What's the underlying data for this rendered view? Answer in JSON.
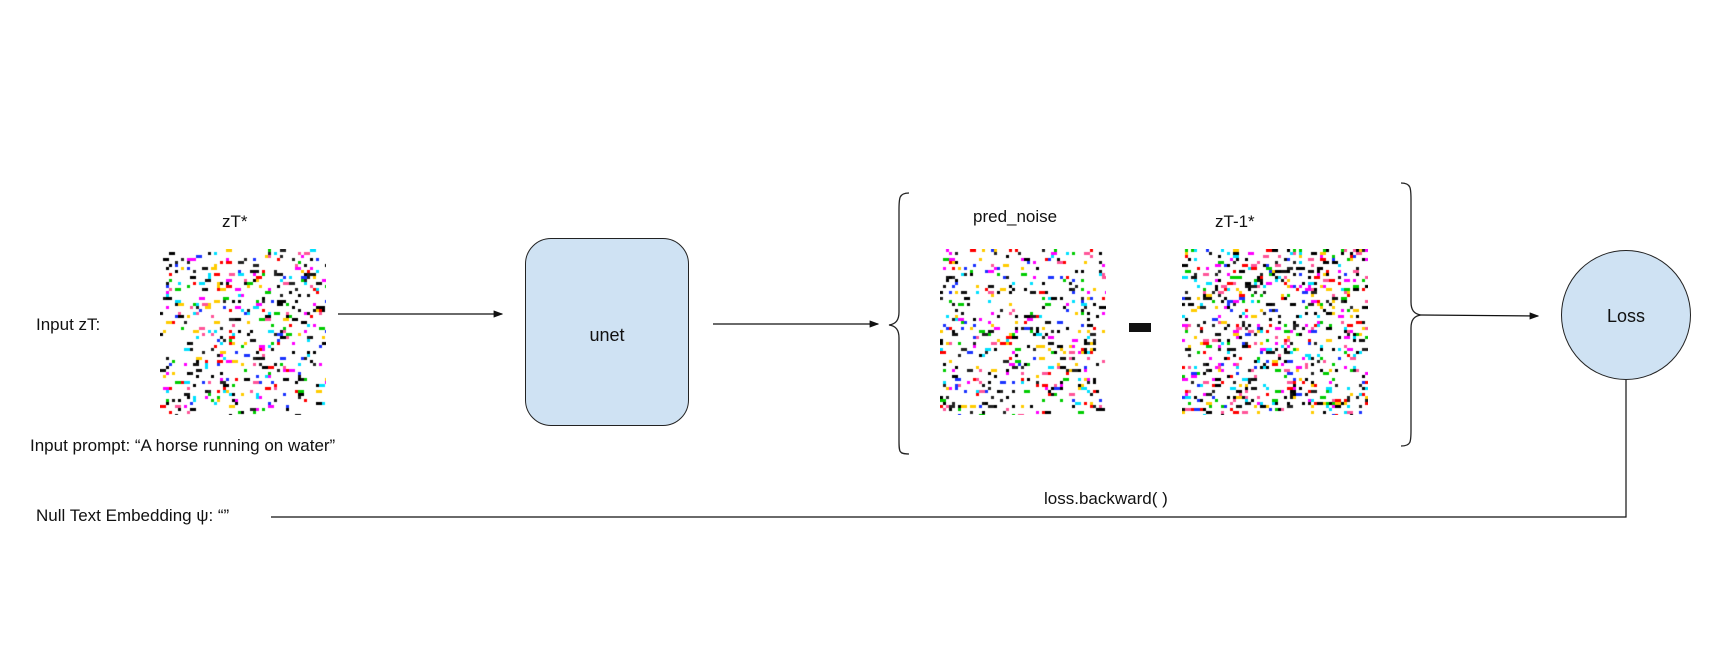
{
  "left_labels": {
    "input_zt": "Input zT:",
    "input_prompt": "Input prompt: “A horse running on water”",
    "null_text": "Null Text Embedding ψ: “”"
  },
  "images": {
    "zt_star": {
      "title": "zT*"
    },
    "pred_noise": {
      "title": "pred_noise"
    },
    "zt_minus_1": {
      "title": "zT-1*"
    }
  },
  "nodes": {
    "unet": "unet",
    "loss": "Loss"
  },
  "edges": {
    "backward_label": "loss.backward( )"
  },
  "colors": {
    "node_fill": "#cfe2f3",
    "stroke": "#222222",
    "noise_palette": [
      "#000000",
      "#000000",
      "#111111",
      "#222222",
      "#ff0000",
      "#00cc00",
      "#1a33ff",
      "#ff00ff",
      "#00e0ff",
      "#ffcc00",
      "#ff5599"
    ]
  }
}
